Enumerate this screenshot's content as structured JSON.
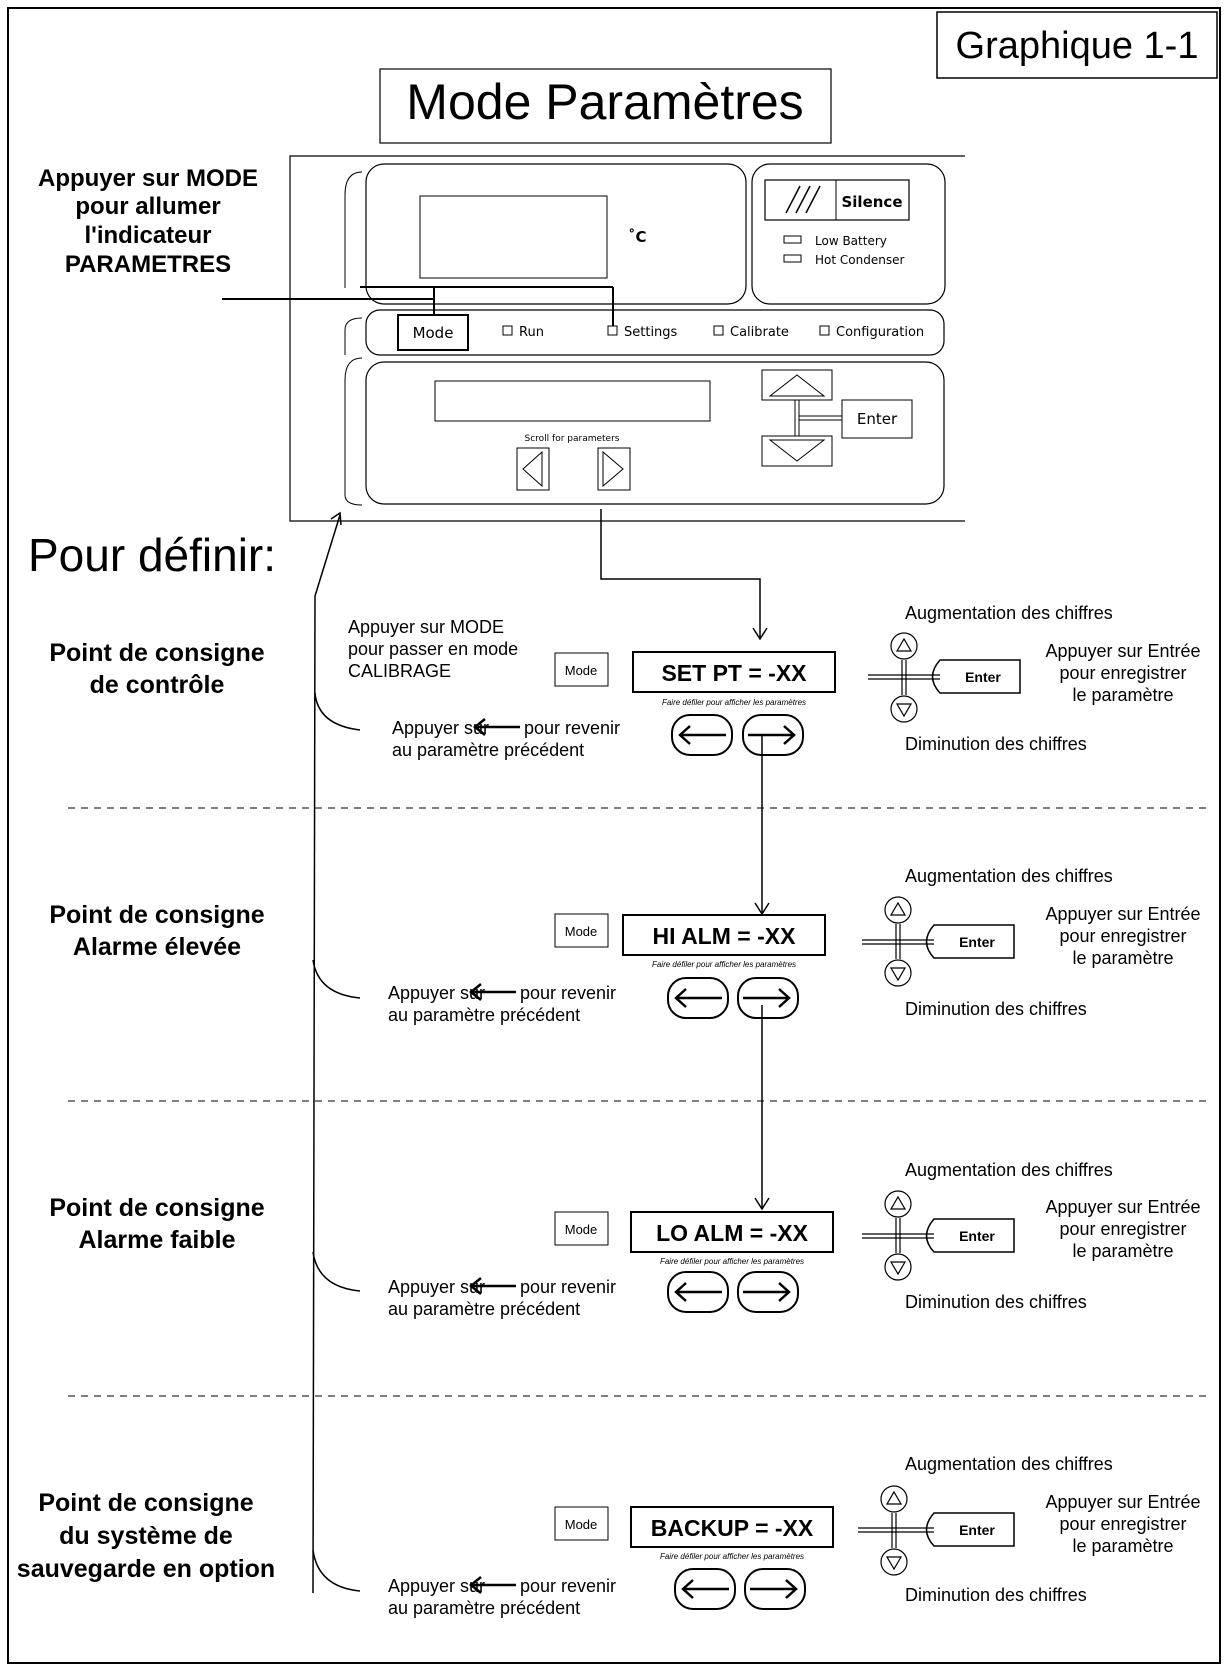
{
  "header": {
    "figure_label": "Graphique 1-1",
    "title": "Mode Paramètres"
  },
  "panel": {
    "temp_unit": "˚C",
    "silence_label": "Silence",
    "low_battery": "Low Battery",
    "hot_condenser": "Hot Condenser",
    "mode_label": "Mode",
    "run_label": "Run",
    "settings_label": "Settings",
    "calibrate_label": "Calibrate",
    "configuration_label": "Configuration",
    "scroll_label": "Scroll for parameters",
    "enter_label": "Enter"
  },
  "intro": {
    "press_mode": [
      "Appuyer sur MODE",
      "pour allumer",
      "l'indicateur",
      "PARAMETRES"
    ],
    "pour_definir": "Pour définir:"
  },
  "common": {
    "mode_button": "Mode",
    "enter_button": "Enter",
    "increase": "Augmentation des chiffres",
    "decrease": "Diminution des chiffres",
    "press_enter": [
      "Appuyer sur Entrée",
      "pour enregistrer",
      "le paramètre"
    ],
    "scroll_caption": "Faire défiler pour afficher les paramètres",
    "back_before": "Appuyer sur",
    "back_after": "pour revenir",
    "back_line2": "au paramètre précédent"
  },
  "calibration_note": [
    "Appuyer sur MODE",
    "pour passer en mode",
    "CALIBRAGE"
  ],
  "sections": [
    {
      "label": [
        "Point de consigne",
        "de contrôle"
      ],
      "display": "SET PT =  -XX"
    },
    {
      "label": [
        "Point de consigne",
        "Alarme élevée"
      ],
      "display": "HI ALM = -XX"
    },
    {
      "label": [
        "Point de consigne",
        "Alarme faible"
      ],
      "display": "LO ALM = -XX"
    },
    {
      "label": [
        "Point de consigne",
        "du système de",
        "sauvegarde en option"
      ],
      "display": "BACKUP = -XX"
    }
  ]
}
